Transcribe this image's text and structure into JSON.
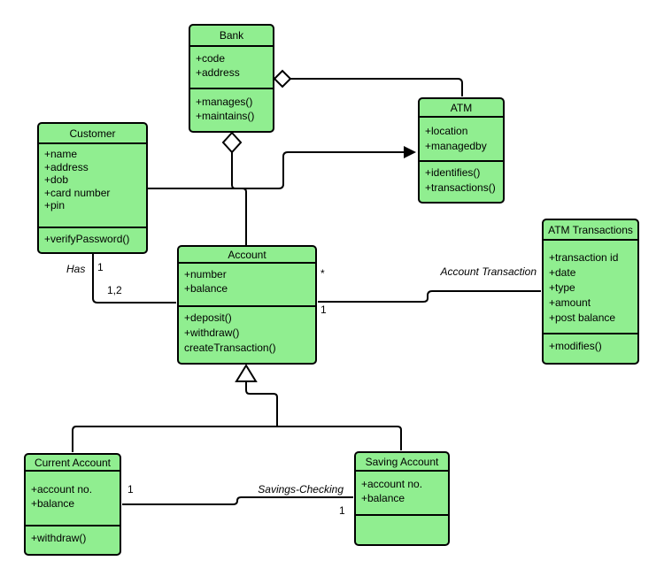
{
  "diagram": {
    "background": "#ffffff",
    "node_fill": "#90EE90",
    "node_border": "#000000",
    "connector_color": "#000000"
  },
  "classes": {
    "bank": {
      "name": "Bank",
      "attributes": [
        "+code",
        "+address"
      ],
      "methods": [
        "+manages()",
        "+maintains()"
      ]
    },
    "customer": {
      "name": "Customer",
      "attributes": [
        "+name",
        "+address",
        "+dob",
        "+card number",
        "+pin"
      ],
      "methods": [
        "+verifyPassword()"
      ]
    },
    "atm": {
      "name": "ATM",
      "attributes": [
        "+location",
        "+managedby"
      ],
      "methods": [
        "+identifies()",
        "+transactions()"
      ]
    },
    "account": {
      "name": "Account",
      "attributes": [
        "+number",
        "+balance"
      ],
      "methods": [
        "+deposit()",
        "+withdraw()",
        "createTransaction()"
      ]
    },
    "atm_transactions": {
      "name": "ATM Transactions",
      "attributes": [
        "+transaction id",
        "+date",
        "+type",
        "+amount",
        "+post balance"
      ],
      "methods": [
        "+modifies()"
      ]
    },
    "current_account": {
      "name": "Current Account",
      "attributes": [
        "+account no.",
        "+balance"
      ],
      "methods": [
        "+withdraw()"
      ]
    },
    "saving_account": {
      "name": "Saving Account",
      "attributes": [
        "+account no.",
        "+balance"
      ],
      "methods": []
    }
  },
  "associations": {
    "has": {
      "label": "Has",
      "end_customer": "1",
      "end_account": "1,2"
    },
    "account_transaction": {
      "label": "Account Transaction",
      "end_star": "*",
      "end_one": "1"
    },
    "savings_checking": {
      "label": "Savings-Checking",
      "end_current": "1",
      "end_saving": "1"
    }
  }
}
